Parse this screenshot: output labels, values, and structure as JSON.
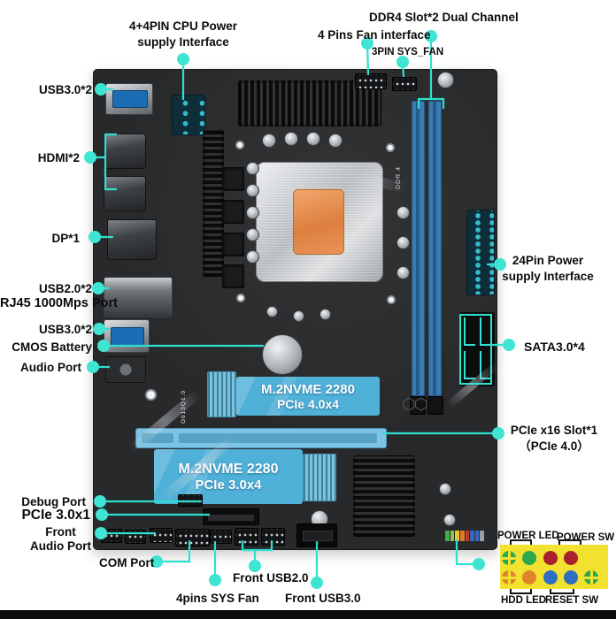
{
  "labels": {
    "cpu_power": "4+4PIN CPU Power\nsupply Interface",
    "ddr4": "DDR4 Slot*2 Dual Channel",
    "fan4_top": "4 Pins Fan interface",
    "fan3_top": "3PIN SYS_FAN",
    "usb30_rear": "USB3.0*2",
    "hdmi": "HDMI*2",
    "dp": "DP*1",
    "usb20_rear": "USB2.0*2",
    "rj45": "RJ45 1000Mps Port",
    "usb30_mid": "USB3.0*2",
    "cmos": "CMOS Battery",
    "audio": "Audio Port",
    "debug": "Debug Port",
    "pcie_x1": "PCIe 3.0x1",
    "front_audio": "Front\nAudio Port",
    "com": "COM Port",
    "sys_fan": "4pins SYS Fan",
    "front_usb2": "Front USB2.0",
    "front_usb3": "Front USB3.0",
    "power24": "24Pin Power\nsupply Interface",
    "sata": "SATA3.0*4",
    "pcie_x16": "PCIe x16 Slot*1\n（PCIe 4.0）"
  },
  "board": {
    "model": "G613Q1.0",
    "ddr_text": "DDR 4",
    "m2_slot_top": {
      "line1": "M.2NVME 2280",
      "line2": "PCIe 4.0x4"
    },
    "m2_slot_bottom": {
      "line1": "M.2NVME 2280",
      "line2": "PCIe 3.0x4"
    }
  },
  "front_panel_legend": {
    "power_led": "POWER LED",
    "power_sw": "POWER SW",
    "hdd_led": "HDD LED",
    "reset_sw": "RESET SW"
  },
  "colors": {
    "callout": "#2fe0cf",
    "callout_dot": "#3fe4d3",
    "legend_bg": "#f2e12f",
    "led_green": "#2ca84e",
    "led_red": "#a8212d",
    "led_orange": "#e0832a",
    "led_blue": "#2e6fc2",
    "pcb": "#28292b",
    "ddr_blue": "#3a7bb2",
    "m2_highlight": "#4fb0d8",
    "pcie_slot_blue": "#7cc3e4"
  }
}
